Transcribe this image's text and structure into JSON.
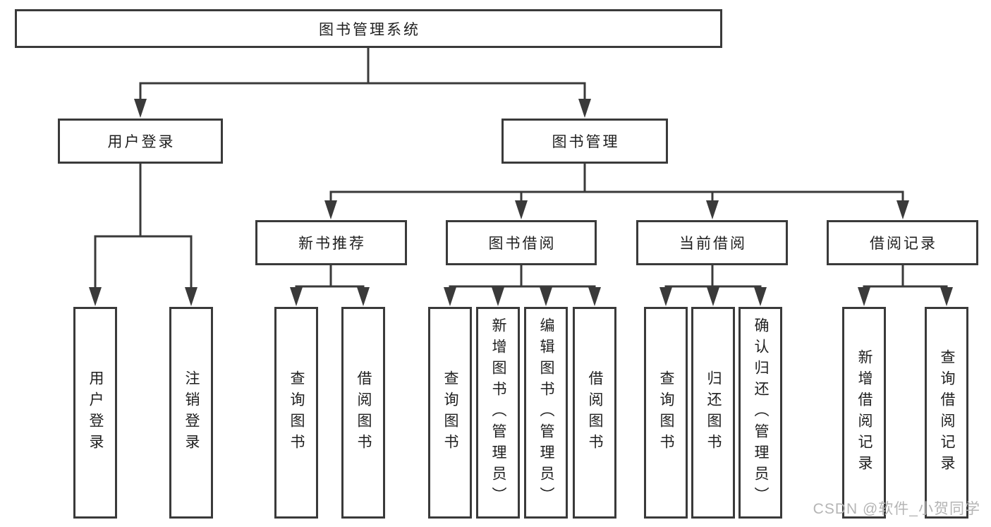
{
  "diagram": {
    "root": {
      "label": "图书管理系统"
    },
    "branches": [
      {
        "label": "用户登录",
        "children": [
          {
            "label": "用户登录"
          },
          {
            "label": "注销登录"
          }
        ]
      },
      {
        "label": "图书管理",
        "children": [
          {
            "label": "新书推荐",
            "children": [
              {
                "label": "查询图书"
              },
              {
                "label": "借阅图书"
              }
            ]
          },
          {
            "label": "图书借阅",
            "children": [
              {
                "label": "查询图书"
              },
              {
                "label": "新增图书（管理员）"
              },
              {
                "label": "编辑图书（管理员）"
              },
              {
                "label": "借阅图书"
              }
            ]
          },
          {
            "label": "当前借阅",
            "children": [
              {
                "label": "查询图书"
              },
              {
                "label": "归还图书"
              },
              {
                "label": "确认归还（管理员）"
              }
            ]
          },
          {
            "label": "借阅记录",
            "children": [
              {
                "label": "新增借阅记录"
              },
              {
                "label": "查询借阅记录"
              }
            ]
          }
        ]
      }
    ]
  },
  "watermark": {
    "text": "CSDN @软件_小贺同学"
  },
  "colors": {
    "line": "#3a3a3a",
    "box_border": "#3a3a3a",
    "box_fill": "#ffffff",
    "text": "#1f1f1f",
    "watermark": "#b5b5b5",
    "background": "#ffffff"
  }
}
